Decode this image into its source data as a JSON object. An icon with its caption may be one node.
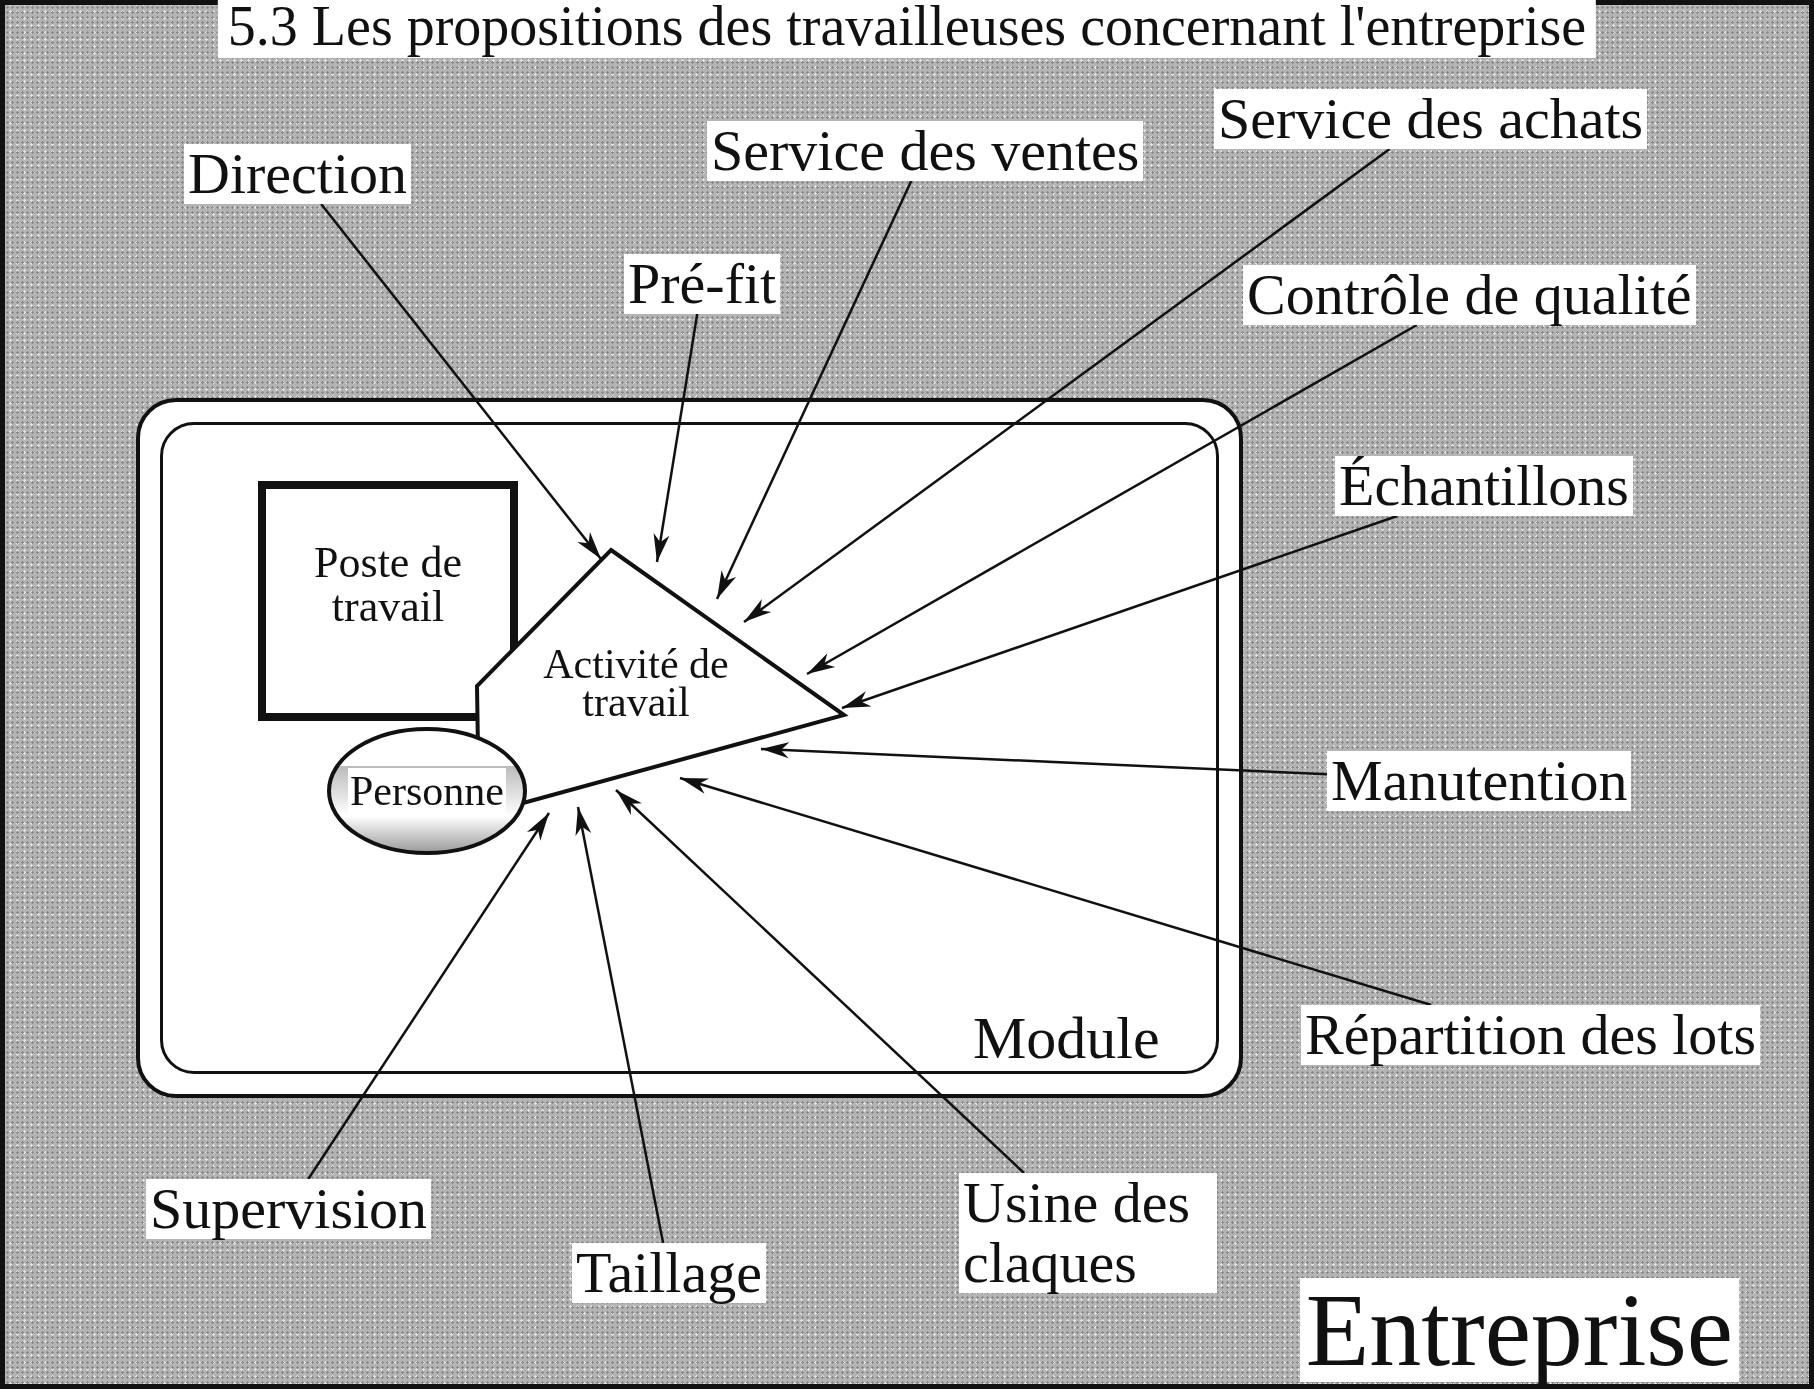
{
  "diagram": {
    "title": "5.3 Les propositions des travailleuses concernant l'entreprise",
    "nodes": [
      {
        "text": [
          "Entreprise"
        ]
      },
      {
        "text": [
          "Module"
        ],
        "in": 0
      },
      {
        "text": [
          "Poste de travail"
        ],
        "in": 1
      },
      {
        "text": [
          "Activité de travail"
        ],
        "in": 1
      },
      {
        "text": [
          "Personne"
        ],
        "in": 1
      },
      {
        "text": [
          "Direction"
        ],
        "in": 0
      },
      {
        "text": [
          "Service des ventes"
        ],
        "in": 0
      },
      {
        "text": [
          "Service des achats"
        ],
        "in": 0
      },
      {
        "text": [
          "Pré-fit"
        ],
        "in": 0
      },
      {
        "text": [
          "Contrôle de qualité"
        ],
        "in": 0
      },
      {
        "text": [
          "Échantillons"
        ],
        "in": 0
      },
      {
        "text": [
          "Manutention"
        ],
        "in": 0
      },
      {
        "text": [
          "Répartition des lots"
        ],
        "in": 0
      },
      {
        "text": [
          "Supervision"
        ],
        "in": 0
      },
      {
        "text": [
          "Taillage"
        ],
        "in": 0
      },
      {
        "text": [
          "Usine des claques"
        ],
        "in": 0
      }
    ],
    "edges": [
      {
        "from": 5,
        "to": 3,
        "arrow": "to"
      },
      {
        "from": 6,
        "to": 3,
        "arrow": "to"
      },
      {
        "from": 7,
        "to": 3,
        "arrow": "to"
      },
      {
        "from": 8,
        "to": 3,
        "arrow": "to"
      },
      {
        "from": 9,
        "to": 3,
        "arrow": "to"
      },
      {
        "from": 10,
        "to": 3,
        "arrow": "to"
      },
      {
        "from": 11,
        "to": 3,
        "arrow": "to"
      },
      {
        "from": 12,
        "to": 3,
        "arrow": "to"
      },
      {
        "from": 13,
        "to": 3,
        "arrow": "to"
      },
      {
        "from": 14,
        "to": 3,
        "arrow": "to"
      },
      {
        "from": 15,
        "to": 3,
        "arrow": "to"
      }
    ]
  }
}
